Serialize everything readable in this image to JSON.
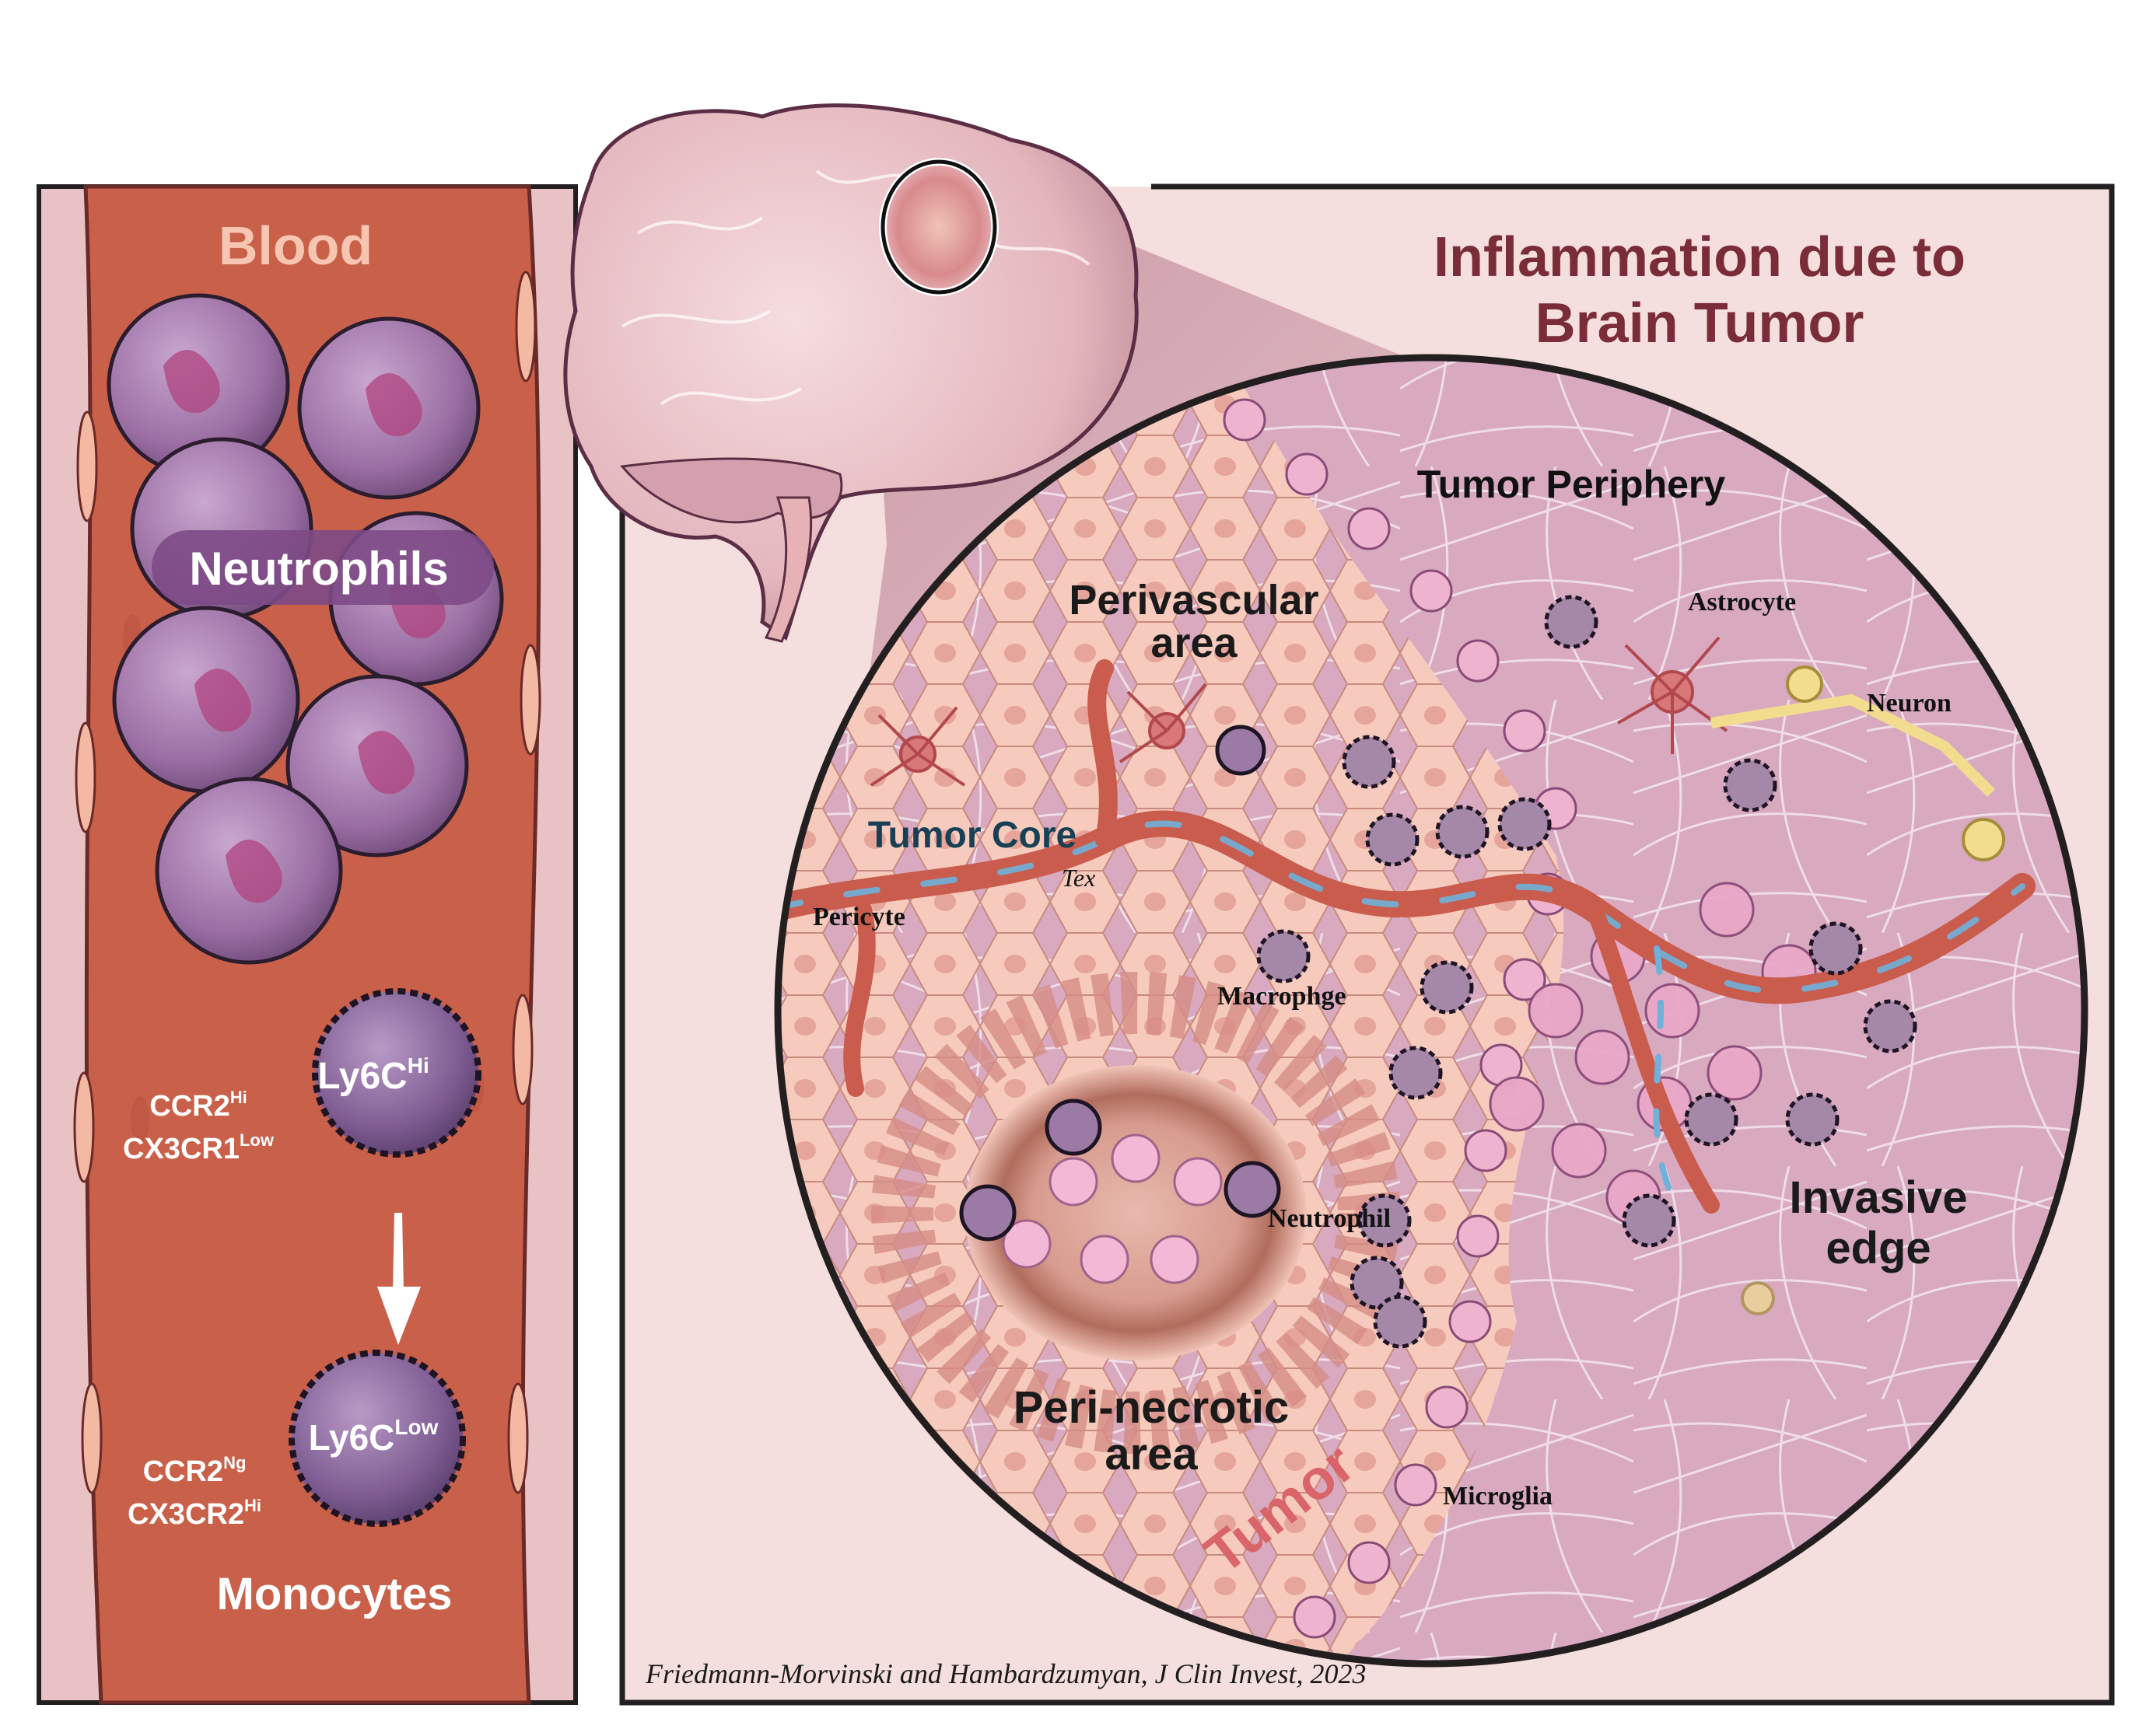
{
  "figure": {
    "title_line1": "Inflammation due to",
    "title_line2": "Brain Tumor",
    "citation": "Friedmann-Morvinski and Hambardzumyan, J Clin Invest, 2023"
  },
  "colors": {
    "title": "#7a2d38",
    "blood_vessel": "#c9604a",
    "blood_label": "#f7c6b2",
    "panel_bg": "#f4dfde",
    "tumor_core_label": "#173f55",
    "tumor_watermark": "#d9646a",
    "periphery_bg": "#d6a4bd",
    "neutrophil": "#8e5a93",
    "monocyte": "#7c5a8c"
  },
  "blood_panel": {
    "heading": "Blood",
    "neutrophils_label": "Neutrophils",
    "monocyte_hi": {
      "base": "Ly6C",
      "sup": "Hi"
    },
    "monocyte_low": {
      "base": "Ly6C",
      "sup": "Low"
    },
    "hi_markers": [
      {
        "base": "CCR2",
        "sup": "Hi"
      },
      {
        "base": "CX3CR1",
        "sup": "Low"
      }
    ],
    "low_markers": [
      {
        "base": "CCR2",
        "sup": "Ng"
      },
      {
        "base": "CX3CR2",
        "sup": "Hi"
      }
    ],
    "monocytes_label": "Monocytes"
  },
  "tumor_panel": {
    "regions": {
      "tumor_periphery": "Tumor Periphery",
      "perivascular_1": "Perivascular",
      "perivascular_2": "area",
      "tumor_core": "Tumor Core",
      "invasive_1": "Invasive",
      "invasive_2": "edge",
      "perinecrotic_1": "Peri-necrotic",
      "perinecrotic_2": "area",
      "tumor_watermark": "Tumor"
    },
    "cell_labels": {
      "astrocyte": "Astrocyte",
      "neuron": "Neuron",
      "tex": "Tex",
      "pericyte": "Pericyte",
      "macrophage": "Macrophge",
      "neutrophil": "Neutrophil",
      "microglia": "Microglia"
    }
  }
}
